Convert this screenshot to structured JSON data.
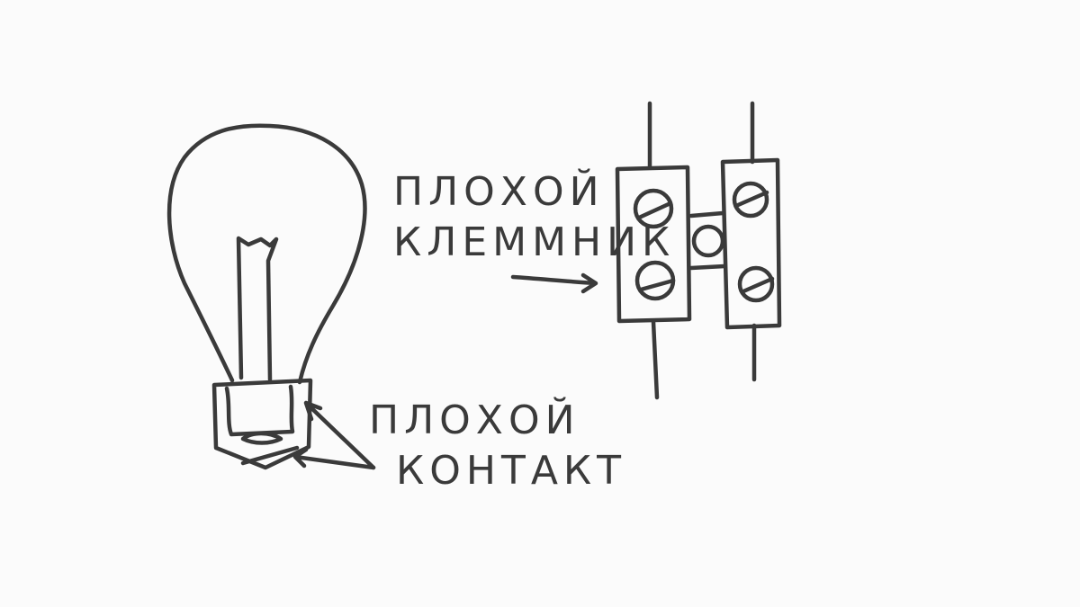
{
  "labels": {
    "terminal_block": {
      "line1": "ПЛОХОЙ",
      "line2": "КЛЕММНИК"
    },
    "contact": {
      "line1": "ПЛОХОЙ",
      "line2": "КОНТАКТ"
    }
  },
  "colors": {
    "ink": "#3a3a3a",
    "background": "#fbfbfb"
  }
}
